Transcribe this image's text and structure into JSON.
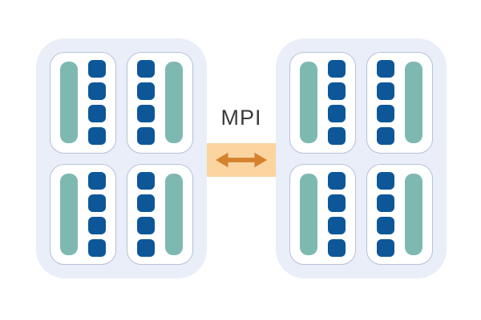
{
  "connector": {
    "label": "MPI",
    "arrow_icon": "double-headed-horizontal-arrow",
    "band_color": "#fbd5a0",
    "arrow_color": "#d5822f"
  },
  "colors": {
    "page_bg": "#ffffff",
    "node_bg": "#e9eef8",
    "card_bg": "#ffffff",
    "card_border": "#b7c0d8",
    "accent_teal": "#7db9b1",
    "accent_blue": "#0d5798",
    "label_text": "#3b3b3e",
    "band": "#fbd5a0",
    "arrow": "#d5822f"
  },
  "nodes": [
    {
      "name": "node-left",
      "sockets": [
        {
          "orientation": "bar-left",
          "cores": 4,
          "accelerators": 1
        },
        {
          "orientation": "bar-right",
          "cores": 4,
          "accelerators": 1
        },
        {
          "orientation": "bar-left",
          "cores": 4,
          "accelerators": 1
        },
        {
          "orientation": "bar-right",
          "cores": 4,
          "accelerators": 1
        }
      ]
    },
    {
      "name": "node-right",
      "sockets": [
        {
          "orientation": "bar-left",
          "cores": 4,
          "accelerators": 1
        },
        {
          "orientation": "bar-right",
          "cores": 4,
          "accelerators": 1
        },
        {
          "orientation": "bar-left",
          "cores": 4,
          "accelerators": 1
        },
        {
          "orientation": "bar-right",
          "cores": 4,
          "accelerators": 1
        }
      ]
    }
  ]
}
